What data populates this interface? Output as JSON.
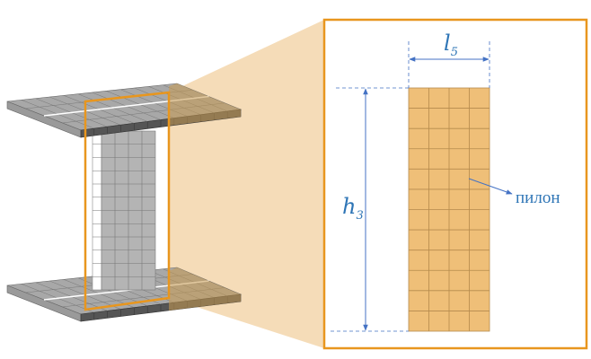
{
  "labels": {
    "width_symbol": "l",
    "width_subscript": "5",
    "height_symbol": "h",
    "height_subscript": "3",
    "pylon": "пилон"
  },
  "mesh": {
    "pylon_columns": 4,
    "pylon_rows": 12
  },
  "colors": {
    "highlight_frame": "#e8961e",
    "pylon_fill": "#efbf78",
    "pylon_grid": "#b58a4c",
    "dimension": "#4472c4",
    "label": "#2e75b6",
    "zoom_cone": "#f5dcb8",
    "mesh_gray": "#a8a8a8",
    "mesh_dark": "#555555"
  }
}
